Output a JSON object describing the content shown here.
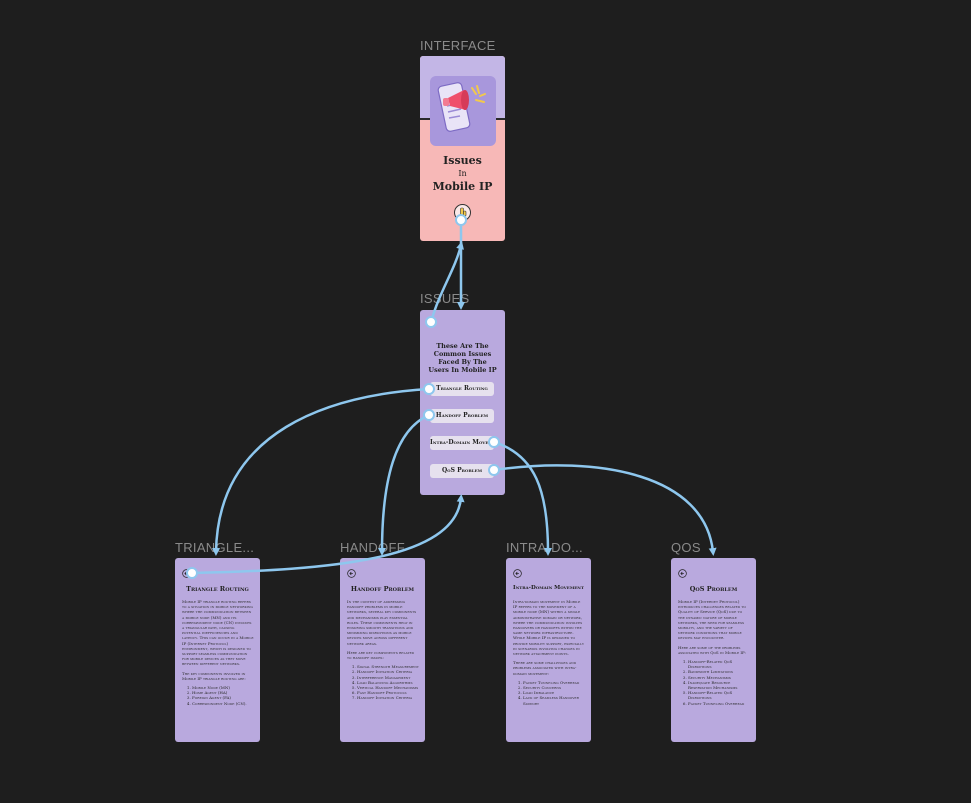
{
  "colors": {
    "canvas": "#1e1e1e",
    "card_purple": "#b9a9de",
    "card_pink": "#f7b8b7",
    "edge": "#8ec7ee",
    "label": "#8a8a8a"
  },
  "labels": {
    "interface": "INTERFACE",
    "issues": "ISSUES",
    "triangle": "TRIANGLE...",
    "handoff": "HANDOFF",
    "intra": "INTRA-DO...",
    "qos": "QOS"
  },
  "interface": {
    "icon": "megaphone-phone-illustration",
    "line1": "Issues",
    "line2": "In",
    "line3": "Mobile IP",
    "button_icon": "tap-hand-icon"
  },
  "issues": {
    "heading": "These Are The Common Issues Faced By The Users In Mobile IP",
    "items": [
      "Triangle Routing",
      "Handoff Problem",
      "Intra-Domain Movement",
      "QoS Problem"
    ]
  },
  "triangle": {
    "title": "Triangle Routing",
    "p1": "Mobile IP triangle routing refers to a situation in mobile networking where the communication between a mobile node (MN) and its correspondent node (CN) involves a triangular path, causing potential inefficiencies and latency. This can occur in a Mobile IP (Internet Protocol) environment, which is designed to support seamless communication for mobile devices as they move between different networks.",
    "p2": "The key components involved in Mobile IP triangle routing are:",
    "list": [
      "Mobile Node (MN)",
      "Home Agent (HA)",
      "Foreign Agent (FA)",
      "Correspondent Node (CN)."
    ]
  },
  "handoff": {
    "title": "Handoff Problem",
    "p1": "In the context of addressing handoff problems in mobile networks, several key components and mechanisms play essential roles. These components help in ensuring smooth transitions and minimizing disruptions as mobile devices move across different network areas.",
    "p2": "Here are key components related to handoff issues:",
    "list": [
      "Signal Strength Measurement",
      "Handoff Initiation Criteria",
      "Interference Management",
      "Load Balancing Algorithms",
      "Vertical Handoff Mechanisms",
      "Fast Handoff Protocols",
      "Handoff Initiation Criteria"
    ]
  },
  "intra": {
    "title": "Intra-Domain Movement",
    "p1": "Intra-domain movement in Mobile IP refers to the movement of a mobile node (MN) within a single administrative domain or network, where the communication involves handovers or handoffs within the same network infrastructure. While Mobile IP is designed to provide mobility support, especially in scenarios involving changes in network attachment points.",
    "p2": "There are some challenges and problems associated with intra-domain movement:",
    "list": [
      "Packet Tunneling Overhead",
      "Security Concerns",
      "Load Imbalance",
      "Lack of Seamless Handover Support"
    ]
  },
  "qos": {
    "title": "QoS Problem",
    "p1": "Mobile IP (Internet Protocol) introduces challenges related to Quality of Service (QoS) due to the dynamic nature of mobile networks, the need for seamless mobility, and the variety of network conditions that mobile devices may encounter.",
    "p2": "Here are some of the problems associated with QoS in Mobile IP:",
    "list": [
      "Handoff-Related QoS Disruptions",
      "Bandwidth Limitations",
      "Security Mechanisms",
      "Inadequate Resource Reservation Mechanisms",
      "Handoff-Related QoS Disruptions",
      "Packet Tunneling Overhead"
    ]
  }
}
